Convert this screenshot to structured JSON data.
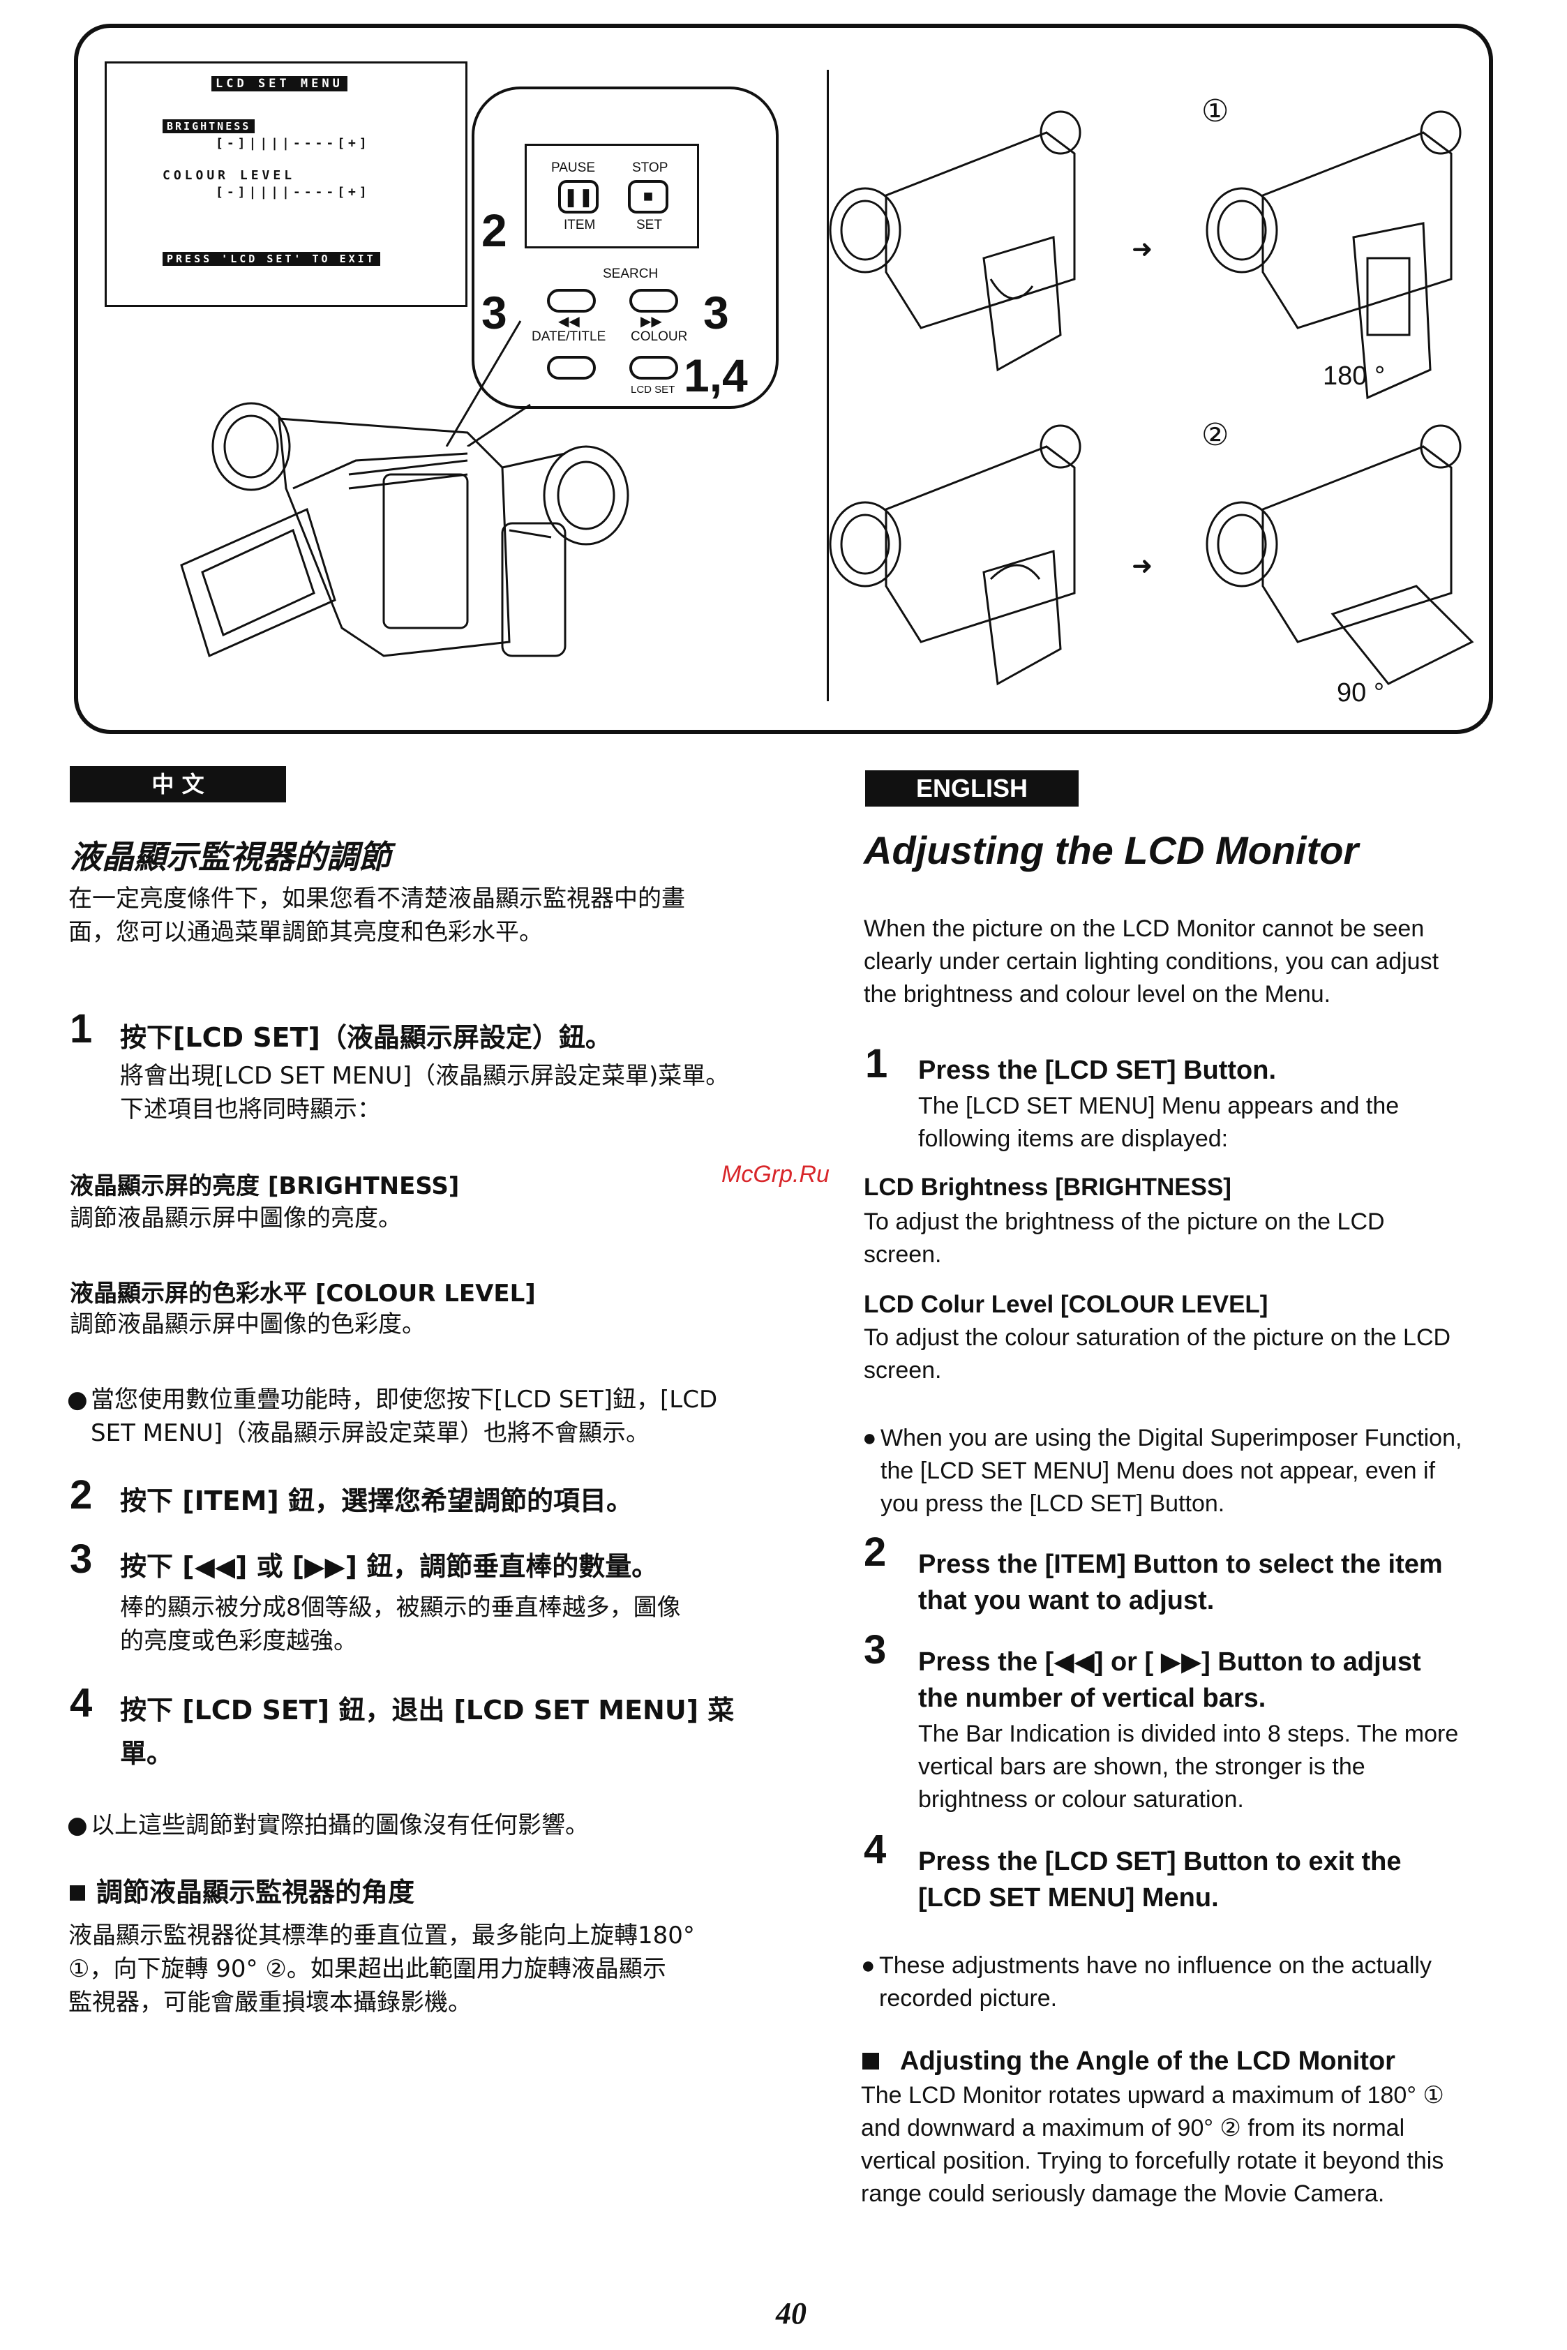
{
  "figure": {
    "lcd_menu": {
      "title": "LCD SET MENU",
      "brightness_label": "BRIGHTNESS",
      "brightness_bar": "[-]||||----[+]",
      "colour_label": "COLOUR LEVEL",
      "colour_bar": "[-]||||----[+]",
      "exit_text": "PRESS 'LCD SET' TO EXIT"
    },
    "controls": {
      "pause": "PAUSE",
      "stop": "STOP",
      "item": "ITEM",
      "set": "SET",
      "search": "SEARCH",
      "date_title": "DATE/TITLE",
      "colour": "COLOUR",
      "lcd_set": "LCD SET",
      "callout_2": "2",
      "callout_3_left": "3",
      "callout_3_right": "3",
      "callout_14": "1,4"
    },
    "rotation": {
      "marker_1": "①",
      "marker_2": "②",
      "angle_up": "180 °",
      "angle_down": "90 °"
    }
  },
  "chinese": {
    "section_label": "中 文",
    "title": "液晶顯示監視器的調節",
    "intro": [
      "在一定亮度條件下，如果您看不清楚液晶顯示監視器中的畫",
      "面，您可以通過菜單調節其亮度和色彩水平。"
    ],
    "step1_num": "1",
    "step1_head": "按下[LCD SET]（液晶顯示屏設定）鈕。",
    "step1_body": [
      "將會出現[LCD SET MENU]（液晶顯示屏設定菜單)菜單。",
      "下述項目也將同時顯示："
    ],
    "brightness_head": "液晶顯示屏的亮度 [BRIGHTNESS]",
    "brightness_body": "調節液晶顯示屏中圖像的亮度。",
    "colour_head": "液晶顯示屏的色彩水平 [COLOUR LEVEL]",
    "colour_body": "調節液晶顯示屏中圖像的色彩度。",
    "note1": [
      "當您使用數位重疊功能時，即使您按下[LCD SET]鈕，[LCD",
      "SET MENU]（液晶顯示屏設定菜單）也將不會顯示。"
    ],
    "step2_num": "2",
    "step2_head": "按下 [ITEM] 鈕，選擇您希望調節的項目。",
    "step3_num": "3",
    "step3_head": "按下 [◀◀] 或 [▶▶] 鈕，調節垂直棒的數量。",
    "step3_body": [
      "棒的顯示被分成8個等級，被顯示的垂直棒越多，圖像",
      "的亮度或色彩度越強。"
    ],
    "step4_num": "4",
    "step4_head": [
      "按下 [LCD SET] 鈕，退出 [LCD SET MENU] 菜",
      "單。"
    ],
    "note2": "以上這些調節對實際拍攝的圖像沒有任何影響。",
    "angle_head": "調節液晶顯示監視器的角度",
    "angle_body": [
      "液晶顯示監視器從其標準的垂直位置，最多能向上旋轉180°",
      "①，向下旋轉 90° ②。如果超出此範圍用力旋轉液晶顯示",
      "監視器，可能會嚴重損壞本攝錄影機。"
    ]
  },
  "watermark": "McGrp.Ru",
  "english": {
    "section_label": "ENGLISH",
    "title": "Adjusting the LCD Monitor",
    "intro": [
      "When the picture on the LCD Monitor cannot be seen",
      "clearly under certain lighting conditions, you can adjust",
      "the brightness and colour level on the Menu."
    ],
    "step1_num": "1",
    "step1_head": "Press the [LCD SET] Button.",
    "step1_body": [
      "The [LCD SET MENU] Menu appears and the",
      "following items are displayed:"
    ],
    "brightness_head": "LCD Brightness [BRIGHTNESS]",
    "brightness_body": [
      "To adjust the brightness of the picture on the LCD",
      "screen."
    ],
    "colour_head": "LCD Colur Level [COLOUR LEVEL]",
    "colour_body": [
      "To adjust the colour saturation of the picture on the LCD",
      "screen."
    ],
    "note1": [
      "When you are using the Digital Superimposer Function,",
      "the [LCD SET MENU] Menu does not appear, even if",
      "you press the [LCD SET] Button."
    ],
    "step2_num": "2",
    "step2_head": [
      "Press the [ITEM] Button to select the item",
      "that you want to adjust."
    ],
    "step3_num": "3",
    "step3_head": [
      "Press the [◀◀] or [ ▶▶] Button to adjust",
      "the number of vertical bars."
    ],
    "step3_body": [
      "The Bar Indication is divided into 8 steps. The more",
      "vertical bars are shown, the stronger is the",
      "brightness or colour saturation."
    ],
    "step4_num": "4",
    "step4_head": [
      "Press the [LCD SET] Button to exit the",
      "[LCD SET MENU] Menu."
    ],
    "note2": [
      "These adjustments have no influence on the actually",
      "recorded picture."
    ],
    "angle_head": "Adjusting the Angle of the LCD Monitor",
    "angle_body": [
      "The LCD Monitor rotates upward a maximum of 180° ①",
      "and downward a maximum of 90° ② from its normal",
      "vertical position. Trying to forcefully rotate it beyond this",
      "range could seriously damage the Movie Camera."
    ]
  },
  "page_number": "40"
}
